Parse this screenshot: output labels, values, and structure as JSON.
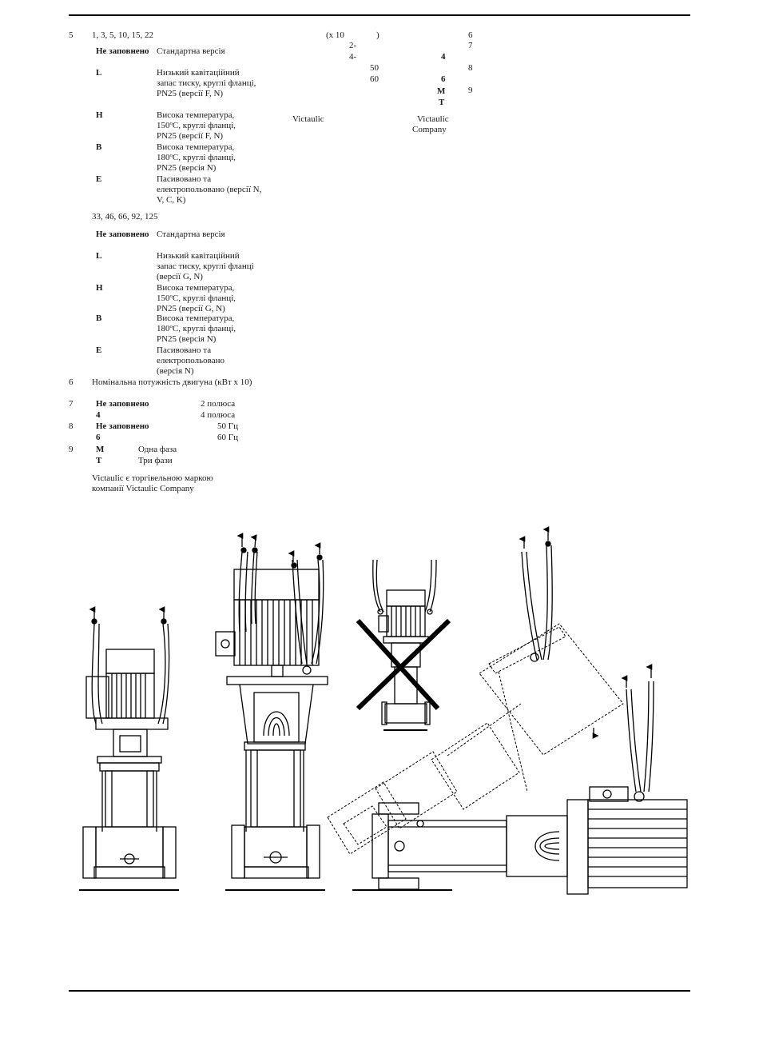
{
  "left_column": {
    "item5_num": "5",
    "item5_models_a": "1, 3, 5, 10, 15, 22",
    "group_a": [
      {
        "code": "Не заповнено",
        "desc": "Стандартна версія"
      },
      {
        "code": "L",
        "desc": "Низький кавітаційний запас тиску, круглі фланці, PN25 (версії F, N)"
      },
      {
        "code": "H",
        "desc": "Висока температура, 150ºC, круглі фланці, PN25 (версії F, N)"
      },
      {
        "code": "B",
        "desc": "Висока температура, 180ºC, круглі фланці, PN25 (версія N)"
      },
      {
        "code": "E",
        "desc": "Пасивовано та електропольовано (версії N, V, C, K)"
      }
    ],
    "item5_models_b": "33, 46, 66, 92, 125",
    "group_b": [
      {
        "code": "Не заповнено",
        "desc": "Стандартна версія"
      },
      {
        "code": "L",
        "desc": "Низький кавітаційний запас тиску, круглі фланці (версії G, N)"
      },
      {
        "code": "H",
        "desc": "Висока температура, 150ºC, круглі фланці, PN25 (версії G, N)"
      },
      {
        "code": "B",
        "desc": "Висока температура, 180ºC, круглі фланці, PN25 (версія N)"
      },
      {
        "code": "E",
        "desc": "Пасивовано та електропольовано (версія N)"
      }
    ],
    "item6_num": "6",
    "item6_text": "Номінальна потужність двигуна (кВт х 10)",
    "item7_num": "7",
    "item7_code1": "Не заповнено",
    "item7_val1": "2 полюса",
    "item7_code2": "4",
    "item7_val2": "4 полюса",
    "item8_num": "8",
    "item8_code1": "Не заповнено",
    "item8_val1": "50 Гц",
    "item8_code2": "6",
    "item8_val2": "60 Гц",
    "item9_num": "9",
    "item9_code1": "M",
    "item9_val1": "Одна фаза",
    "item9_code2": "T",
    "item9_val2": "Три фази",
    "trademark_line1": "Victaulic   є торгівельною маркою",
    "trademark_line2": "компанії Victaulic Company"
  },
  "middle_column": {
    "x10": "(x 10",
    "x10_close": ")",
    "row_2": "2-",
    "row_4": "4-",
    "code_4": "4",
    "val_50": "50",
    "val_60": "60",
    "code_6": "6",
    "code_M": "M",
    "code_T": "T",
    "victaulic": "Victaulic",
    "victaulic_company_1": "Victaulic",
    "victaulic_company_2": "Company"
  },
  "right_column": {
    "n6": "6",
    "n7": "7",
    "n8": "8",
    "n9": "9"
  },
  "figures": {
    "icons": [
      "pump-front-view-lifting",
      "pump-side-view-lifting",
      "pump-incorrect-lifting-crossed",
      "pump-horizontal-rotation-lifting"
    ]
  }
}
